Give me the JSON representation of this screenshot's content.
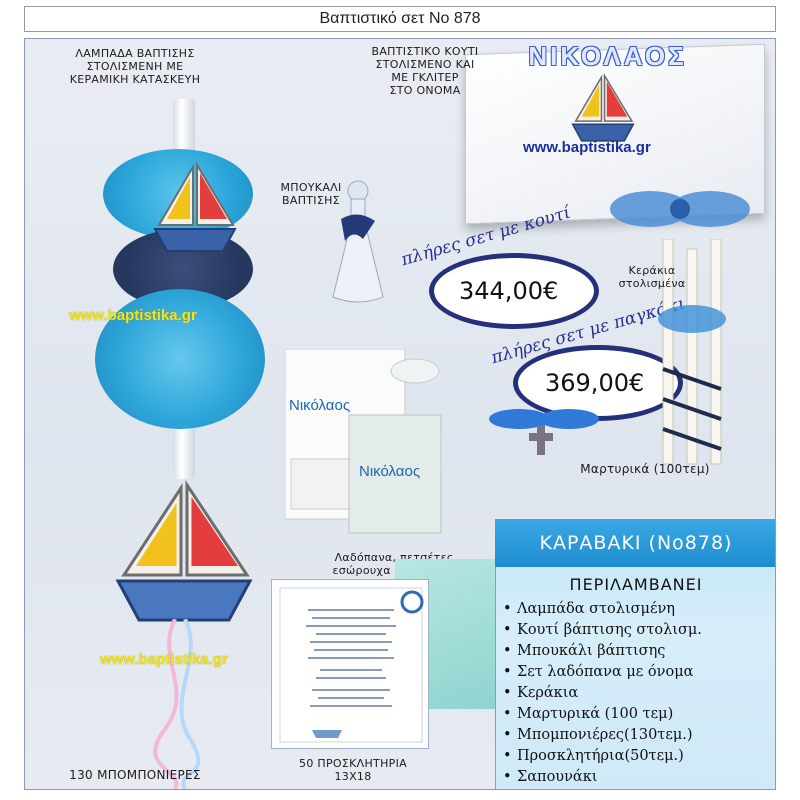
{
  "title": "Βαπτιστικό σετ Νο 878",
  "labels": {
    "candle": "ΛΑΜΠΑΔΑ ΒΑΠΤΙΣΗΣ\nΣΤΟΛΙΣΜΕΝΗ ΜΕ\nΚΕΡΑΜΙΚΗ ΚΑΤΑΣΚΕΥΗ",
    "box": "ΒΑΠΤΙΣΤΙΚΟ ΚΟΥΤΙ\nΣΤΟΛΙΣΜΕΝΟ ΚΑΙ\nΜΕ ΓΚΛΙΤΕΡ\nΣΤΟ ΟΝΟΜΑ",
    "bottle": "ΜΠΟΥΚΑΛΙ\nΒΑΠΤΙΣΗΣ",
    "small_candles": "Κεράκια\nστολισμένα",
    "martyrika": "Μαρτυρικά (100τεμ)",
    "oil_set": "Λαδόπανα, πετσέτες,\nεσώρουχα βαμβακερα",
    "invitations": "50 ΠΡΟΣΚΛΗΤΗΡΙΑ\n13Χ18",
    "favors": "130 ΜΠΟΜΠΟΝΙΕΡΕΣ"
  },
  "box_name": "ΝΙΚΟΛΑΟΣ",
  "towel_name": "Νικόλαος",
  "website": "www.baptistika.gr",
  "prices": [
    {
      "caption": "πλήρες σετ με κουτί",
      "value": "344,00€"
    },
    {
      "caption": "πλήρες σετ με παγκάκι",
      "value": "369,00€"
    }
  ],
  "info": {
    "heading": "ΚΑΡΑΒΑΚΙ (Νο878)",
    "subheading": "ΠΕΡΙΛΑΜΒΑΝΕΙ",
    "items": [
      "Λαμπάδα στολισμένη",
      "Κουτί βάπτισης στολισμ.",
      "Μπουκάλι βάπτισης",
      "Σετ λαδόπανα με όνομα",
      "Κεράκια",
      "Μαρτυρικά (100 τεμ)",
      "Μπομπονιέρες(130τεμ.)",
      "Προσκλητήρια(50τεμ.)",
      "Σαπουνάκι"
    ]
  },
  "colors": {
    "accent_blue": "#1a2ea0",
    "price_ring": "#25307a",
    "info_header": "#1e8dd0",
    "url_yellow": "#f2e51a"
  }
}
